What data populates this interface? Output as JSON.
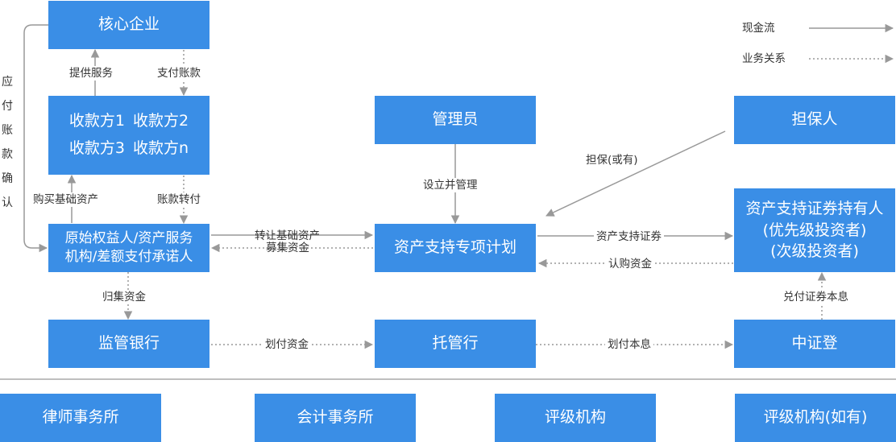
{
  "legend": {
    "cash_flow": "现金流",
    "business_relation": "业务关系"
  },
  "boxes": {
    "core_enterprise": "核心企业",
    "payees": [
      "收款方1",
      "收款方2",
      "收款方3",
      "收款方n"
    ],
    "originator": [
      "原始权益人/资产服务",
      "机构/差额支付承诺人"
    ],
    "regulatory_bank": "监管银行",
    "manager": "管理员",
    "special_plan": "资产支持专项计划",
    "custodian": "托管行",
    "guarantor": "担保人",
    "holders": [
      "资产支持证券持有人",
      "(优先级投资者)",
      "(次级投资者)"
    ],
    "csdc": "中证登",
    "law_firm": "律师事务所",
    "accounting_firm": "会计事务所",
    "rating_agency": "评级机构",
    "rating_agency_optional": "评级机构(如有)"
  },
  "edge_labels": {
    "provide_service": "提供服务",
    "pay_accounts": "支付账款",
    "buy_assets": "购买基础资产",
    "transfer_accounts": "账款转付",
    "accounts_payable_confirm": "应付账款确认",
    "transfer_assets": "转让基础资产",
    "raise_funds": "募集资金",
    "collect_funds": "归集资金",
    "establish_manage": "设立并管理",
    "guarantee": "担保(或有)",
    "abs": "资产支持证券",
    "subscribe_funds": "认购资金",
    "redeem": "兑付证券本息",
    "transfer_funds": "划付资金",
    "transfer_principal_interest": "划付本息"
  }
}
